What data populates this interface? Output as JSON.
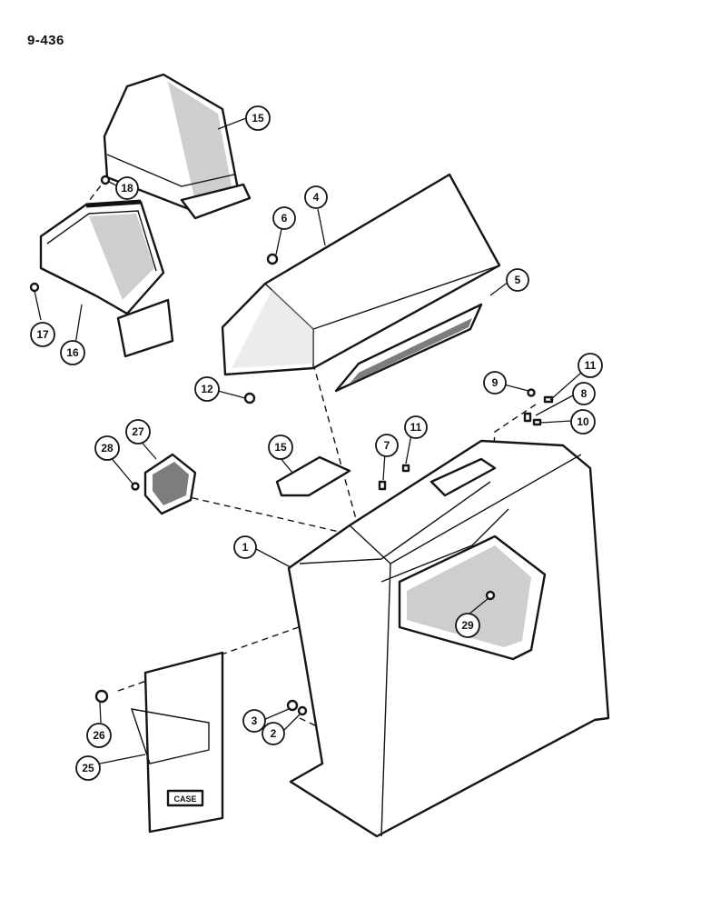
{
  "page": {
    "number": "9-436"
  },
  "diagram": {
    "callouts": [
      {
        "id": "c1",
        "label": "1"
      },
      {
        "id": "c2",
        "label": "2"
      },
      {
        "id": "c3",
        "label": "3"
      },
      {
        "id": "c4",
        "label": "4"
      },
      {
        "id": "c5",
        "label": "5"
      },
      {
        "id": "c6",
        "label": "6"
      },
      {
        "id": "c7",
        "label": "7"
      },
      {
        "id": "c8",
        "label": "8"
      },
      {
        "id": "c9",
        "label": "9"
      },
      {
        "id": "c10",
        "label": "10"
      },
      {
        "id": "c11a",
        "label": "11"
      },
      {
        "id": "c11b",
        "label": "11"
      },
      {
        "id": "c12",
        "label": "12"
      },
      {
        "id": "c15a",
        "label": "15"
      },
      {
        "id": "c15b",
        "label": "15"
      },
      {
        "id": "c16",
        "label": "16"
      },
      {
        "id": "c17",
        "label": "17"
      },
      {
        "id": "c18",
        "label": "18"
      },
      {
        "id": "c25",
        "label": "25"
      },
      {
        "id": "c26",
        "label": "26"
      },
      {
        "id": "c27",
        "label": "27"
      },
      {
        "id": "c28",
        "label": "28"
      },
      {
        "id": "c29",
        "label": "29"
      }
    ],
    "badge_text": "CASE"
  }
}
